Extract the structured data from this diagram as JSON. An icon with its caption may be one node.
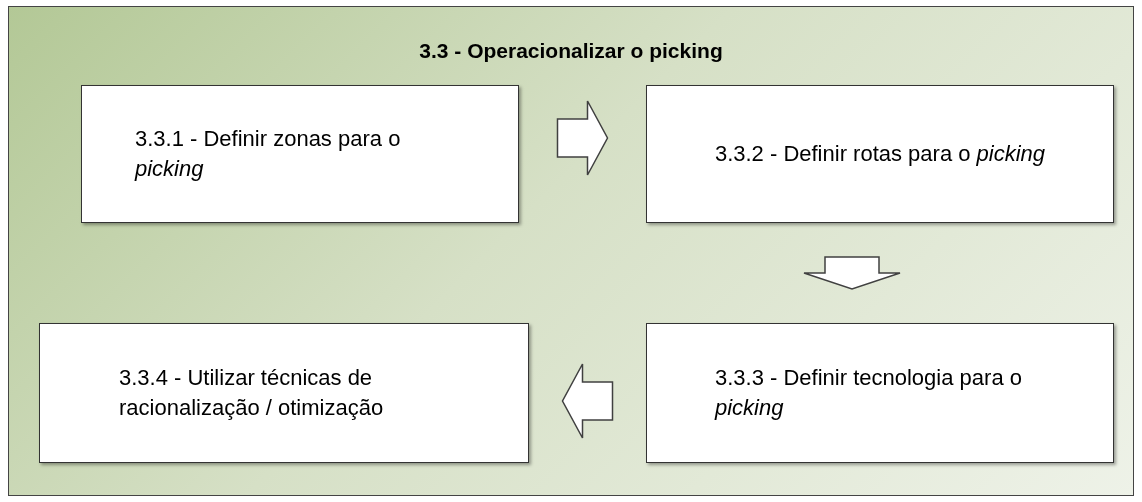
{
  "diagram": {
    "nodes": [
      {
        "text": [
          "3.3 - Operacionalizar o picking"
        ]
      },
      {
        "text": [
          "3.3.1 - Definir zonas para o *picking*"
        ],
        "in": 0
      },
      {
        "text": [
          "3.3.2 - Definir rotas para o *picking*"
        ],
        "in": 0
      },
      {
        "text": [
          "3.3.3 - Definir tecnologia para o *picking*"
        ],
        "in": 0
      },
      {
        "text": [
          "3.3.4 - Utilizar técnicas de racionalização / otimização"
        ],
        "in": 0
      }
    ],
    "edges": [
      {
        "from": 1,
        "to": 2,
        "arrow": "to"
      },
      {
        "from": 2,
        "to": 3,
        "arrow": "to"
      },
      {
        "from": 3,
        "to": 4,
        "arrow": "to"
      }
    ]
  }
}
